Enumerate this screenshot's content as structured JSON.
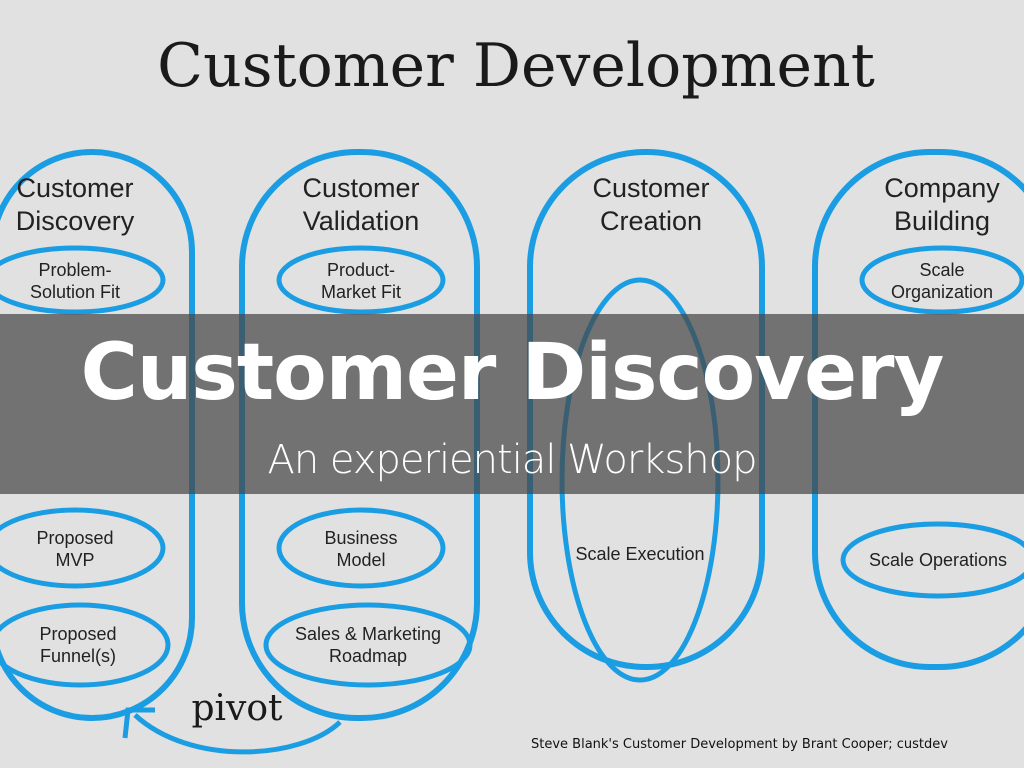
{
  "slide": {
    "title": "Customer Discovery",
    "subtitle": "An experiential Workshop",
    "credit": "Steve Blank's Customer Development by Brant Cooper; custdev"
  },
  "diagram": {
    "heading": "Customer Development",
    "stages": [
      {
        "line1": "Customer",
        "line2": "Discovery",
        "items": [
          [
            "Problem-",
            "Solution Fit"
          ],
          [
            "Proposed",
            "MVP"
          ],
          [
            "Proposed",
            "Funnel(s)"
          ]
        ]
      },
      {
        "line1": "Customer",
        "line2": "Validation",
        "items": [
          [
            "Product-",
            "Market Fit"
          ],
          [
            "Business",
            "Model"
          ],
          [
            "Sales & Marketing",
            "Roadmap"
          ]
        ]
      },
      {
        "line1": "Customer",
        "line2": "Creation",
        "items": [
          [
            "Scale Execution"
          ]
        ]
      },
      {
        "line1": "Company",
        "line2": "Building",
        "items": [
          [
            "Scale",
            "Organization"
          ],
          [
            "Scale Operations"
          ]
        ]
      }
    ],
    "pivot_label": "pivot",
    "stroke_color": "#1a9de2"
  }
}
